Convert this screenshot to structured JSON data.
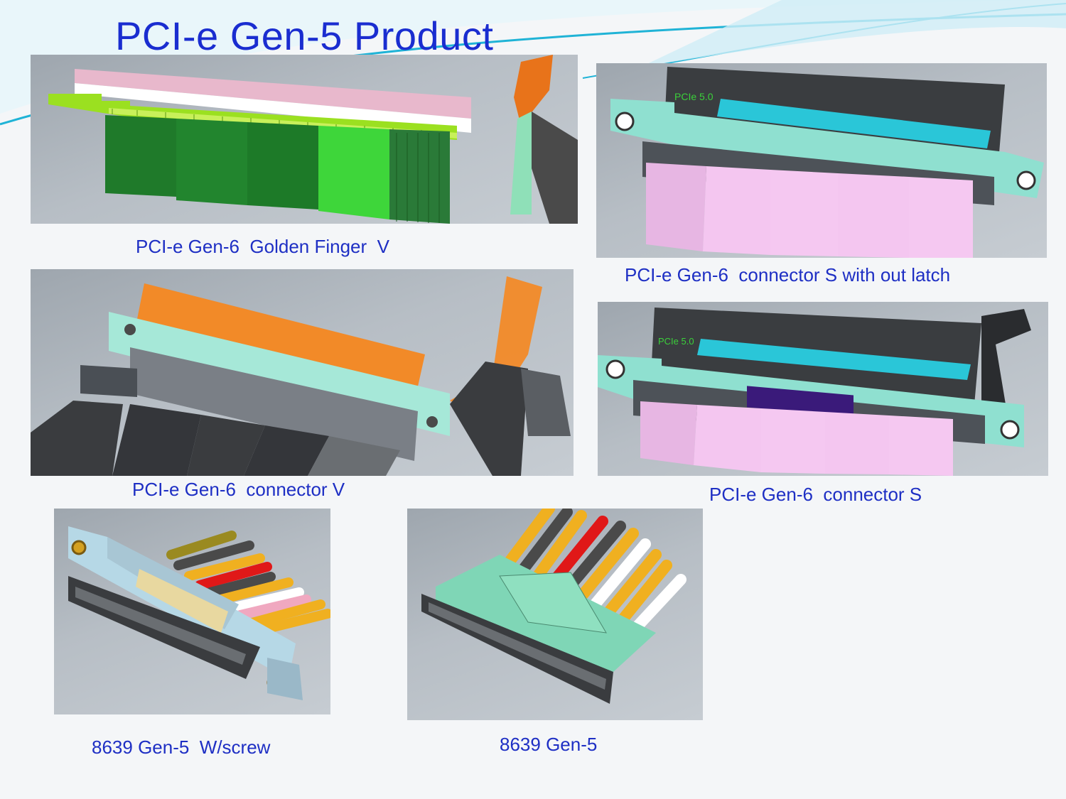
{
  "title": "PCI-e Gen-5  Product",
  "colors": {
    "title": "#1a2dd0",
    "caption": "#1e2fc4",
    "accent_swoosh": "#1fb3d6",
    "panel_bg": "#b2b9c0"
  },
  "products": [
    {
      "caption": "PCI-e Gen-6  Golden Finger  V",
      "image": "golden-finger-v-render"
    },
    {
      "caption": "PCI-e Gen-6  connector S with out latch",
      "image": "connector-s-no-latch-render"
    },
    {
      "caption": "PCI-e Gen-6  connector V",
      "image": "connector-v-render"
    },
    {
      "caption": "PCI-e Gen-6  connector S",
      "image": "connector-s-render"
    },
    {
      "caption": "8639 Gen-5  W/screw",
      "image": "8639-gen5-screw-render"
    },
    {
      "caption": "8639 Gen-5",
      "image": "8639-gen5-render"
    }
  ],
  "render_labels": {
    "pcie_marking": "PCIe 5.0"
  }
}
